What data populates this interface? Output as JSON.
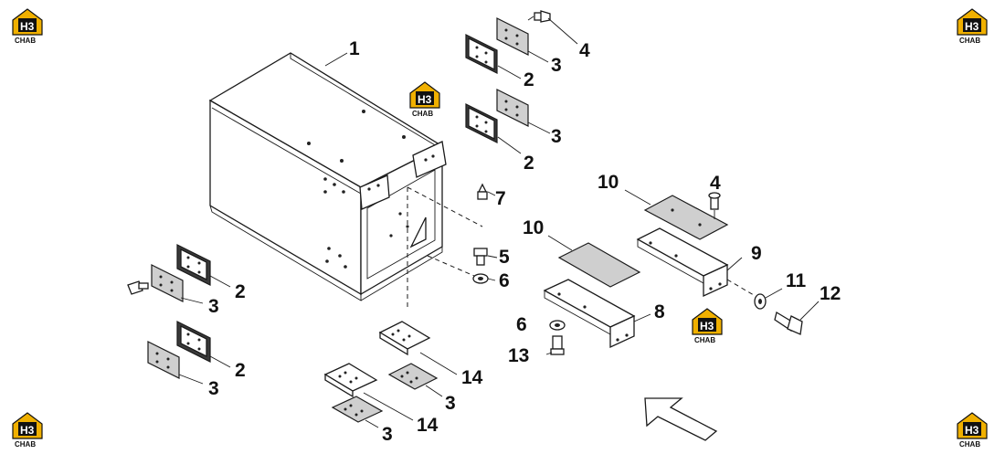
{
  "logo": {
    "mark": "H3",
    "sub": "CHAB"
  },
  "callouts": [
    {
      "id": "c1",
      "text": "1"
    },
    {
      "id": "c2a",
      "text": "2"
    },
    {
      "id": "c3a",
      "text": "3"
    },
    {
      "id": "c4a",
      "text": "4"
    },
    {
      "id": "c2b",
      "text": "2"
    },
    {
      "id": "c3b",
      "text": "3"
    },
    {
      "id": "c7",
      "text": "7"
    },
    {
      "id": "c5",
      "text": "5"
    },
    {
      "id": "c6a",
      "text": "6"
    },
    {
      "id": "c10a",
      "text": "10"
    },
    {
      "id": "c4b",
      "text": "4"
    },
    {
      "id": "c10b",
      "text": "10"
    },
    {
      "id": "c9",
      "text": "9"
    },
    {
      "id": "c11",
      "text": "11"
    },
    {
      "id": "c12",
      "text": "12"
    },
    {
      "id": "c8",
      "text": "8"
    },
    {
      "id": "c6b",
      "text": "6"
    },
    {
      "id": "c13",
      "text": "13"
    },
    {
      "id": "c2c",
      "text": "2"
    },
    {
      "id": "c3c",
      "text": "3"
    },
    {
      "id": "c2d",
      "text": "2"
    },
    {
      "id": "c3d",
      "text": "3"
    },
    {
      "id": "c14a",
      "text": "14"
    },
    {
      "id": "c3e",
      "text": "3"
    },
    {
      "id": "c14b",
      "text": "14"
    },
    {
      "id": "c3f",
      "text": "3"
    }
  ]
}
